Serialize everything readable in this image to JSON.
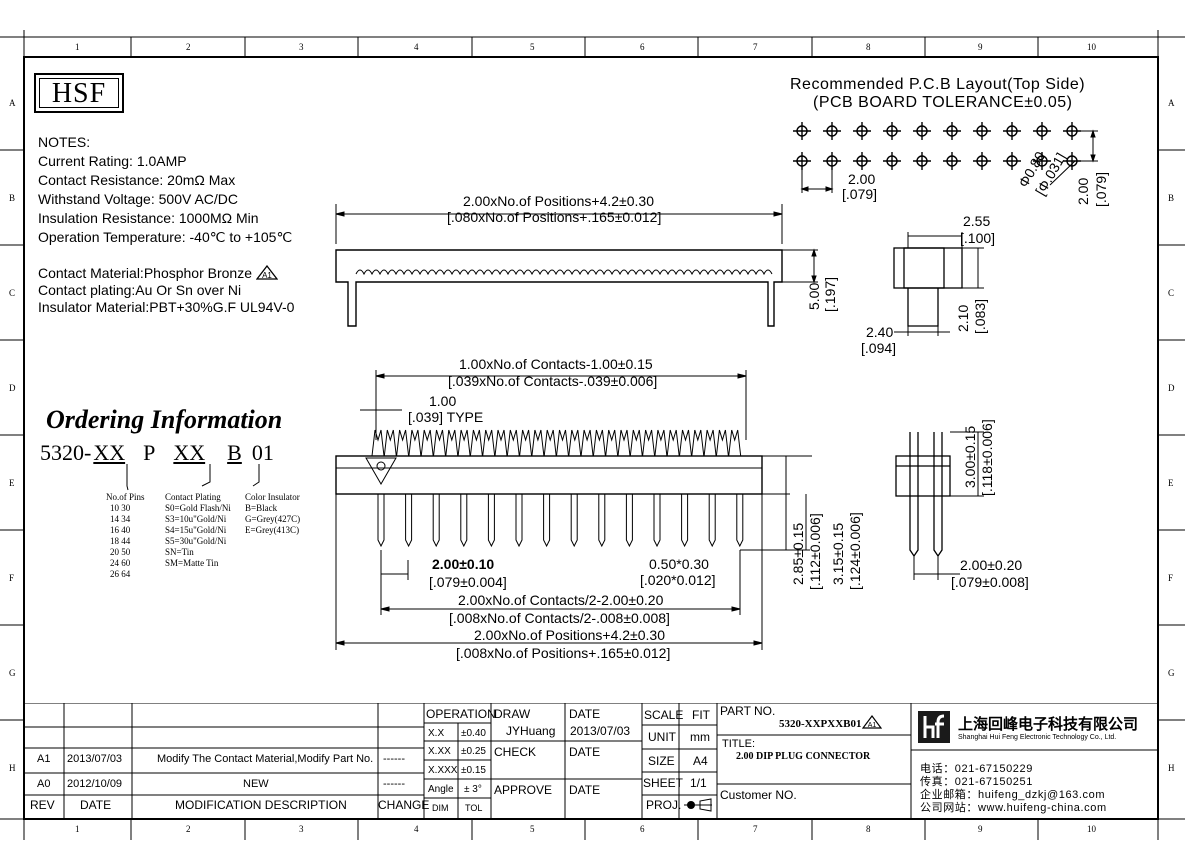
{
  "logo": "HSF",
  "notes": {
    "heading": "NOTES:",
    "lines": [
      "Current Rating: 1.0AMP",
      "Contact Resistance: 20mΩ Max",
      "Withstand Voltage: 500V AC/DC",
      "Insulation Resistance: 1000MΩ Min",
      "Operation Temperature: -40℃ to +105℃"
    ],
    "material_lines": [
      "Contact Material:Phosphor Bronze",
      "Contact plating:Au Or Sn over Ni",
      "Insulator Material:PBT+30%G.F UL94V-0"
    ],
    "rev_mark": "A1"
  },
  "pcb": {
    "title": "Recommended P.C.B Layout(Top Side)",
    "tolerance": "(PCB BOARD TOLERANCE±0.05)",
    "pitch": "2.00",
    "pitch_in": "[.079]",
    "hole": "Φ0.80",
    "hole_in": "[Φ.031]",
    "row": "2.00",
    "row_in": "[.079]"
  },
  "top_view": {
    "len": "2.00xNo.of Positions+4.2±0.30",
    "len_in": "[.080xNo.of Positions+.165±0.012]",
    "height": "5.00",
    "height_in": "[.197]"
  },
  "side_small": {
    "w": "2.55",
    "w_in": "[.100]",
    "h": "2.10",
    "h_in": "[.083]",
    "b": "2.40",
    "b_in": "[.094]"
  },
  "front": {
    "contacts": "1.00xNo.of Contacts-1.00±0.15",
    "contacts_in": "[.039xNo.of Contacts-.039±0.006]",
    "pitch": "1.00",
    "pitch_in": "[.039] TYPE",
    "pin_pitch": "2.00±0.10",
    "pin_pitch_in": "[.079±0.004]",
    "pin_size": "0.50*0.30",
    "pin_size_in": "[.020*0.012]",
    "span": "2.00xNo.of Contacts/2-2.00±0.20",
    "span_in": "[.008xNo.of Contacts/2-.008±0.008]",
    "overall": "2.00xNo.of Positions+4.2±0.30",
    "overall_in": "[.008xNo.of Positions+.165±0.012]",
    "v1": "2.85±0.15",
    "v1_in": "[.112±0.006]",
    "v2": "3.15±0.15",
    "v2_in": "[.124±0.006]"
  },
  "end_view": {
    "h": "3.00±0.15",
    "h_in": "[.118±0.006]",
    "w": "2.00±0.20",
    "w_in": "[.079±0.008]"
  },
  "ordering": {
    "title": "Ordering Information",
    "code_prefix": "5320-",
    "code_1": "XX",
    "code_2": "P",
    "code_3": "XX",
    "code_4": "B",
    "code_5": "01",
    "pins_title": "No.of Pins",
    "pins": [
      "10  30",
      "14  34",
      "16  40",
      "18  44",
      "20  50",
      "24  60",
      "26  64"
    ],
    "plating_title": "Contact Plating",
    "plating": [
      "S0=Gold Flash/Ni",
      "S3=10u\"Gold/Ni",
      "S4=15u\"Gold/Ni",
      "S5=30u\"Gold/Ni",
      "SN=Tin",
      "SM=Matte Tin"
    ],
    "color_title": "Color Insulator",
    "colors": [
      "B=Black",
      "G=Grey(427C)",
      "E=Grey(413C)"
    ]
  },
  "grid": {
    "cols": [
      "1",
      "2",
      "3",
      "4",
      "5",
      "6",
      "7",
      "8",
      "9",
      "10"
    ],
    "rows": [
      "A",
      "B",
      "C",
      "D",
      "E",
      "F",
      "G",
      "H"
    ]
  },
  "title_block": {
    "operation": "OPERATION",
    "tol_rows": [
      [
        "X.X",
        "±0.40"
      ],
      [
        "X.XX",
        "±0.25"
      ],
      [
        "X.XXX",
        "±0.15"
      ],
      [
        "Angle",
        "± 3°"
      ],
      [
        "DIM",
        "TOL"
      ]
    ],
    "draw": "DRAW",
    "drawer": "JYHuang",
    "date_label": "DATE",
    "draw_date": "2013/07/03",
    "check": "CHECK",
    "approve": "APPROVE",
    "scale": "SCALE",
    "fit": "FIT",
    "unit": "UNIT",
    "unit_val": "mm",
    "size": "SIZE",
    "size_val": "A4",
    "sheet": "SHEET",
    "sheet_val": "1/1",
    "proj": "PROJ.",
    "part_no_label": "PART NO.",
    "part_no": "5320-XXPXXB01",
    "title_label": "TITLE:",
    "title": "2.00 DIP PLUG CONNECTOR",
    "customer": "Customer NO.",
    "company_cn": "上海回峰电子科技有限公司",
    "company_en": "Shanghai Hui Feng Electronic Technology Co., Ltd.",
    "tel": "电话：021-67150229",
    "fax": "传真：021-67150251",
    "email": "企业邮箱：huifeng_dzkj@163.com",
    "web": "公司网站：www.huifeng-china.com",
    "rev_rows": [
      [
        "A1",
        "2013/07/03",
        "Modify The Contact Material,Modify Part No.",
        "------"
      ],
      [
        "A0",
        "2012/10/09",
        "NEW",
        "------"
      ]
    ],
    "rev_header": [
      "REV",
      "DATE",
      "MODIFICATION DESCRIPTION",
      "CHANGE"
    ]
  }
}
